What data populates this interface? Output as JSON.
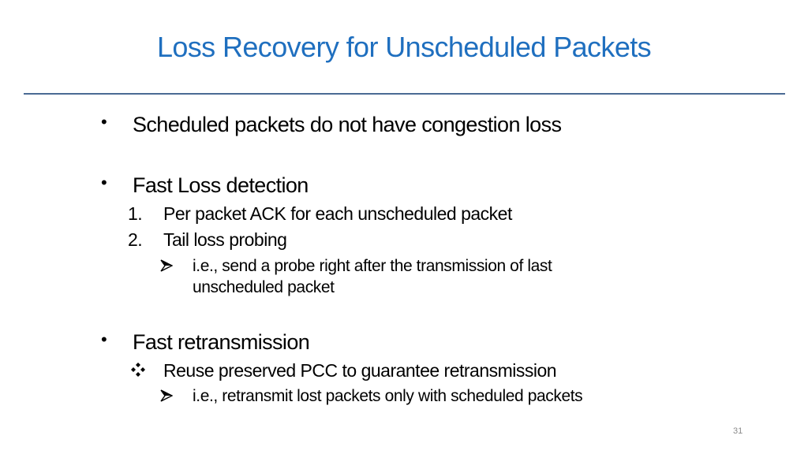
{
  "slide": {
    "title": "Loss Recovery for Unscheduled Packets",
    "number": "31",
    "colors": {
      "title": "#1f6fbf",
      "rule": "#4a6a94",
      "text": "#000000",
      "slide_number": "#8a8a8a"
    }
  },
  "bullets": [
    {
      "marker": "•",
      "text": "Scheduled packets do not have congestion loss"
    },
    {
      "marker": "•",
      "text": "Fast Loss detection",
      "children": [
        {
          "marker": "1.",
          "text": "Per packet ACK for each unscheduled packet"
        },
        {
          "marker": "2.",
          "text": "Tail loss probing",
          "children": [
            {
              "marker": "arrowhead-bullet",
              "text_line1": "i.e., send a probe right after the transmission of last",
              "text_line2": "unscheduled packet"
            }
          ]
        }
      ]
    },
    {
      "marker": "•",
      "text": "Fast retransmission",
      "children": [
        {
          "marker": "diamond-cluster-bullet",
          "text": "Reuse preserved PCC to guarantee retransmission",
          "children": [
            {
              "marker": "arrowhead-bullet",
              "text": "i.e., retransmit lost packets only with scheduled packets"
            }
          ]
        }
      ]
    }
  ]
}
